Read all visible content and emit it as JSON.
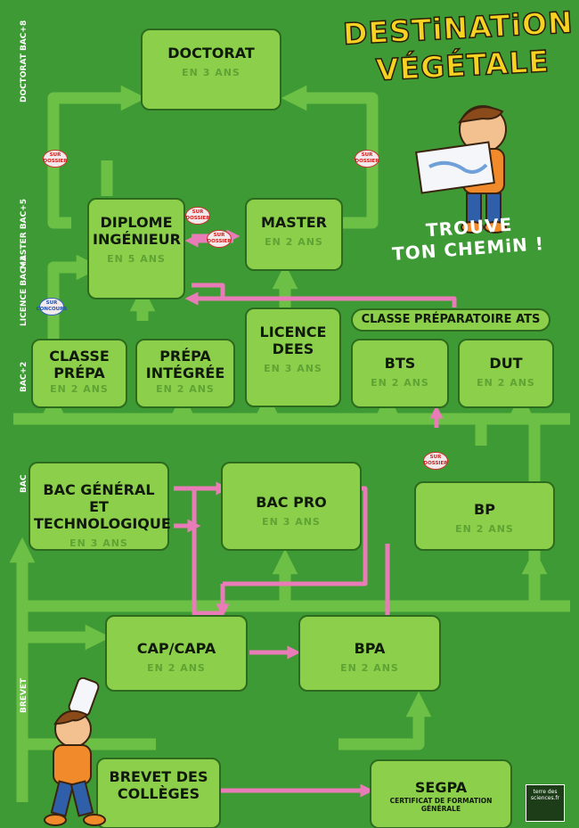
{
  "header": {
    "title_line1": "DESTiNATiON",
    "title_line2": "VÉGÉTALE",
    "slogan_line1": "TROUVE",
    "slogan_line2": "TON CHEMiN !"
  },
  "levels": {
    "doctorat": "DOCTORAT BAC+8",
    "master": "MASTER BAC+5",
    "licence": "LICENCE BAC+3",
    "bac2": "BAC+2",
    "bac": "BAC",
    "brevet": "BREVET"
  },
  "boxes": {
    "doctorat": {
      "title": "DOCTORAT",
      "duration": "EN 3 ANS"
    },
    "ingenieur": {
      "title": "DIPLOME INGÉNIEUR",
      "duration": "EN 5 ANS"
    },
    "master": {
      "title": "MASTER",
      "duration": "EN 2 ANS"
    },
    "licence": {
      "title": "LICENCE DEES",
      "duration": "EN 3 ANS"
    },
    "classe_prepa": {
      "title": "CLASSE PRÉPA",
      "duration": "EN 2 ANS"
    },
    "prepa_integree": {
      "title": "PRÉPA INTÉGRÉE",
      "duration": "EN 2 ANS"
    },
    "bts": {
      "title": "BTS",
      "duration": "EN 2 ANS"
    },
    "dut": {
      "title": "DUT",
      "duration": "EN 2 ANS"
    },
    "bac_general": {
      "title": "BAC GÉNÉRAL ET TECHNOLOGIQUE",
      "duration": "EN 3 ANS"
    },
    "bac_pro": {
      "title": "BAC PRO",
      "duration": "EN 3 ANS"
    },
    "bp": {
      "title": "BP",
      "duration": "EN 2 ANS"
    },
    "cap_capa": {
      "title": "CAP/CAPA",
      "duration": "EN 2 ANS"
    },
    "bpa": {
      "title": "BPA",
      "duration": "EN 2 ANS"
    },
    "brevet": {
      "title": "BREVET DES COLLÈGES"
    },
    "segpa": {
      "title": "SEGPA",
      "subtitle": "CERTIFICAT DE FORMATION GÉNÉRALE"
    }
  },
  "ats_header": "CLASSE PRÉPARATOIRE ATS",
  "badges": {
    "sur_dossier": "SUR DOSSIER",
    "sur_concours": "SUR CONCOURS"
  },
  "logo": {
    "text": "terre des sciences.fr"
  },
  "colors": {
    "background": "#3e9a34",
    "box": "#8ccf4a",
    "arrow": "#6cc046",
    "pink_arrow": "#e97bb8",
    "title": "#f6d322"
  }
}
